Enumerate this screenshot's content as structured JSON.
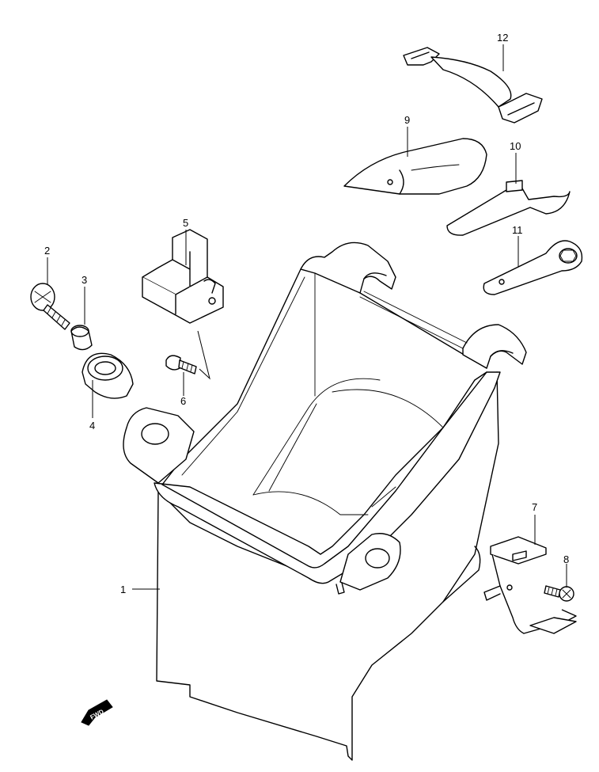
{
  "callouts": [
    {
      "id": "c1",
      "label": "1"
    },
    {
      "id": "c2",
      "label": "2"
    },
    {
      "id": "c3",
      "label": "3"
    },
    {
      "id": "c4",
      "label": "4"
    },
    {
      "id": "c5",
      "label": "5"
    },
    {
      "id": "c6",
      "label": "6"
    },
    {
      "id": "c7",
      "label": "7"
    },
    {
      "id": "c8",
      "label": "8"
    },
    {
      "id": "c9",
      "label": "9"
    },
    {
      "id": "c10",
      "label": "10"
    },
    {
      "id": "c11",
      "label": "11"
    },
    {
      "id": "c12",
      "label": "12"
    }
  ],
  "fwd_marker": {
    "label": "FWD"
  }
}
